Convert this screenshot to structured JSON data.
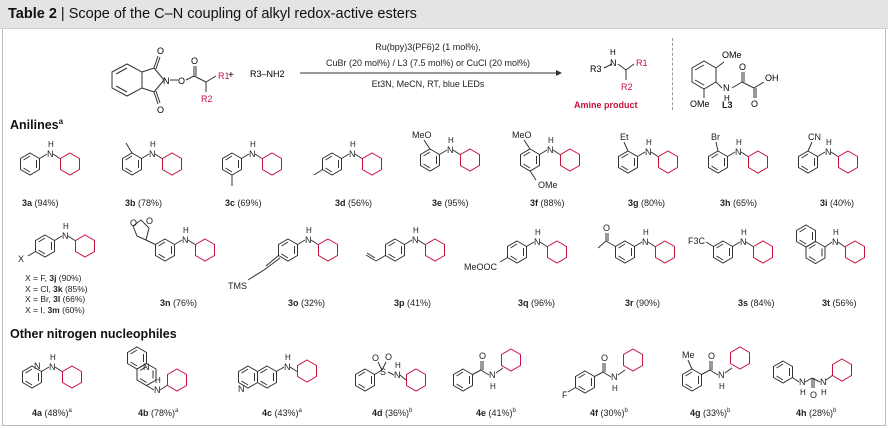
{
  "header": {
    "table_label": "Table 2",
    "separator": " | ",
    "title": "Scope of the C–N coupling of alkyl redox-active esters"
  },
  "scheme": {
    "plus": "+",
    "nucleophile": "R3–NH2",
    "conditions_line1": "Ru(bpy)3(PF6)2 (1 mol%),",
    "conditions_line2": "CuBr (20 mol%) / L3 (7.5 mol%) or CuCl (20 mol%)",
    "conditions_line3": "Et3N, MeCN, RT, blue LEDs",
    "product_label": "Amine product",
    "ligand_label": "L3",
    "ester_r1": "R1",
    "ester_r2": "R2",
    "prod_r1": "R1",
    "prod_r2": "R2",
    "prod_r3": "R3",
    "prod_n": "N",
    "prod_h": "H",
    "ligand_ome_top": "OMe",
    "ligand_ome_bottom": "OMe",
    "ligand_oh": "OH",
    "ligand_o1": "O",
    "ligand_o2": "O",
    "ligand_n": "N",
    "ligand_h": "H",
    "ester_o_top": "O",
    "ester_o_bottom": "O",
    "ester_o_link": "O",
    "ester_o_carbonyl": "O",
    "ester_n": "N"
  },
  "sections": {
    "anilines": "Anilines",
    "anilines_sup": "a",
    "other": "Other nitrogen nucleophiles"
  },
  "anilines_row1": [
    {
      "code": "3a",
      "yield": "(94%)",
      "sub": ""
    },
    {
      "code": "3b",
      "yield": "(78%)",
      "sub": ""
    },
    {
      "code": "3c",
      "yield": "(69%)",
      "sub": ""
    },
    {
      "code": "3d",
      "yield": "(56%)",
      "sub": ""
    },
    {
      "code": "3e",
      "yield": "(95%)",
      "sub": "MeO"
    },
    {
      "code": "3f",
      "yield": "(88%)",
      "sub": "MeO",
      "sub2": "OMe"
    },
    {
      "code": "3g",
      "yield": "(80%)",
      "sub": "Et"
    },
    {
      "code": "3h",
      "yield": "(65%)",
      "sub": "Br"
    },
    {
      "code": "3i",
      "yield": "(40%)",
      "sub": "CN"
    }
  ],
  "anilines_row2": [
    {
      "code": "3n",
      "yield": "(76%)"
    },
    {
      "code": "3o",
      "yield": "(32%)",
      "sub": "TMS"
    },
    {
      "code": "3p",
      "yield": "(41%)"
    },
    {
      "code": "3q",
      "yield": "(96%)",
      "sub": "MeOOC"
    },
    {
      "code": "3r",
      "yield": "(90%)",
      "sub": "O"
    },
    {
      "code": "3s",
      "yield": "(84%)",
      "sub": "F3C"
    },
    {
      "code": "3t",
      "yield": "(56%)"
    }
  ],
  "x_list": {
    "x": "X",
    "items": [
      {
        "text": "X = F, ",
        "code": "3j",
        "yield": " (90%)"
      },
      {
        "text": "X = Cl, ",
        "code": "3k",
        "yield": " (85%)"
      },
      {
        "text": "X = Br, ",
        "code": "3l",
        "yield": " (66%)"
      },
      {
        "text": "X = I, ",
        "code": "3m",
        "yield": " (60%)"
      }
    ]
  },
  "nucleophiles_row": [
    {
      "code": "4a",
      "yield": "(48%)",
      "note": "a"
    },
    {
      "code": "4b",
      "yield": "(78%)",
      "note": "a"
    },
    {
      "code": "4c",
      "yield": "(43%)",
      "note": "a"
    },
    {
      "code": "4d",
      "yield": "(36%)",
      "note": "b"
    },
    {
      "code": "4e",
      "yield": "(41%)",
      "note": "b"
    },
    {
      "code": "4f",
      "yield": "(30%)",
      "note": "b"
    },
    {
      "code": "4g",
      "yield": "(33%)",
      "note": "b"
    },
    {
      "code": "4h",
      "yield": "(28%)",
      "note": "b"
    }
  ],
  "atoms": {
    "N": "N",
    "H": "H",
    "O": "O",
    "S": "S",
    "F": "F",
    "Me": "Me",
    "X": "X"
  },
  "colors": {
    "product_red": "#c8103c",
    "title_bg": "#e4e4e4",
    "bond": "#333333"
  }
}
